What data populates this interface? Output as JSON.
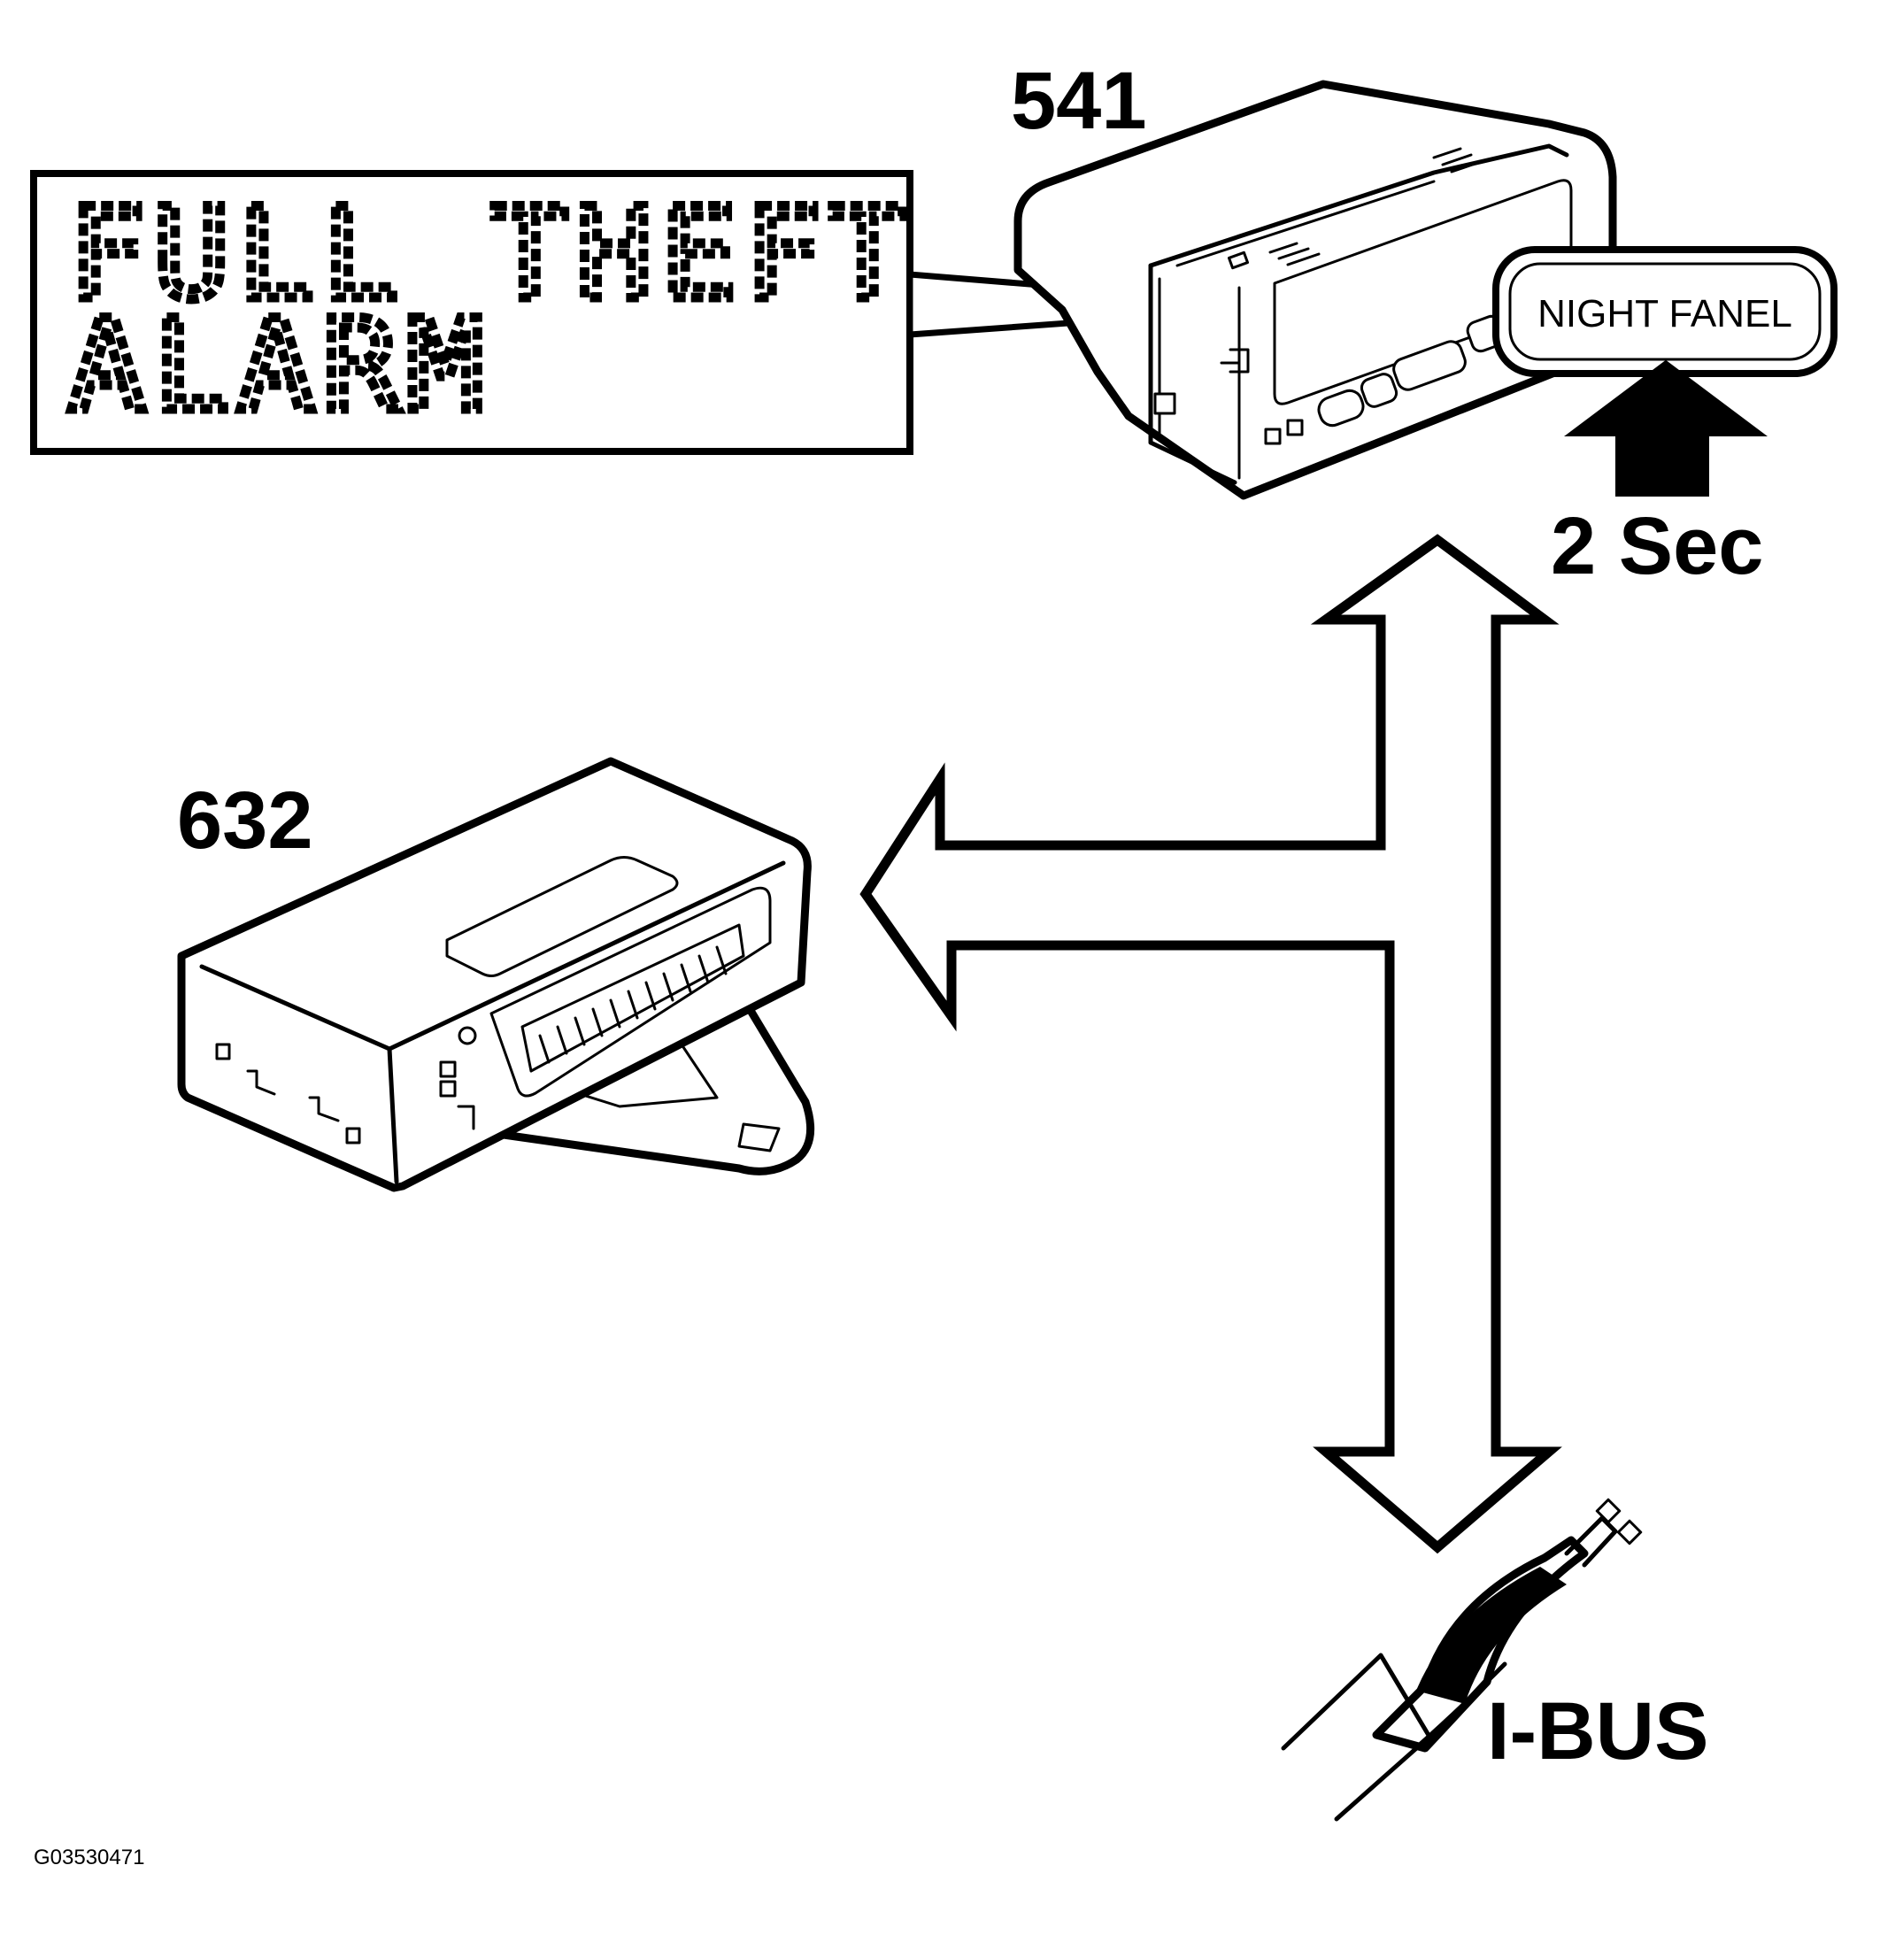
{
  "labels": {
    "component_541": "541",
    "component_632": "632",
    "hold_time": "2 Sec",
    "bus_name": "I-BUS",
    "figure_code": "G03530471"
  },
  "display_message": {
    "line1": "FULL THEFT",
    "line2": "ALARM"
  },
  "button": {
    "label": "NIGHT FANEL"
  },
  "icons": [
    "instrument-cluster-icon",
    "control-module-icon",
    "bus-connector-icon",
    "press-arrow-icon",
    "bidirectional-arrow-icon"
  ]
}
